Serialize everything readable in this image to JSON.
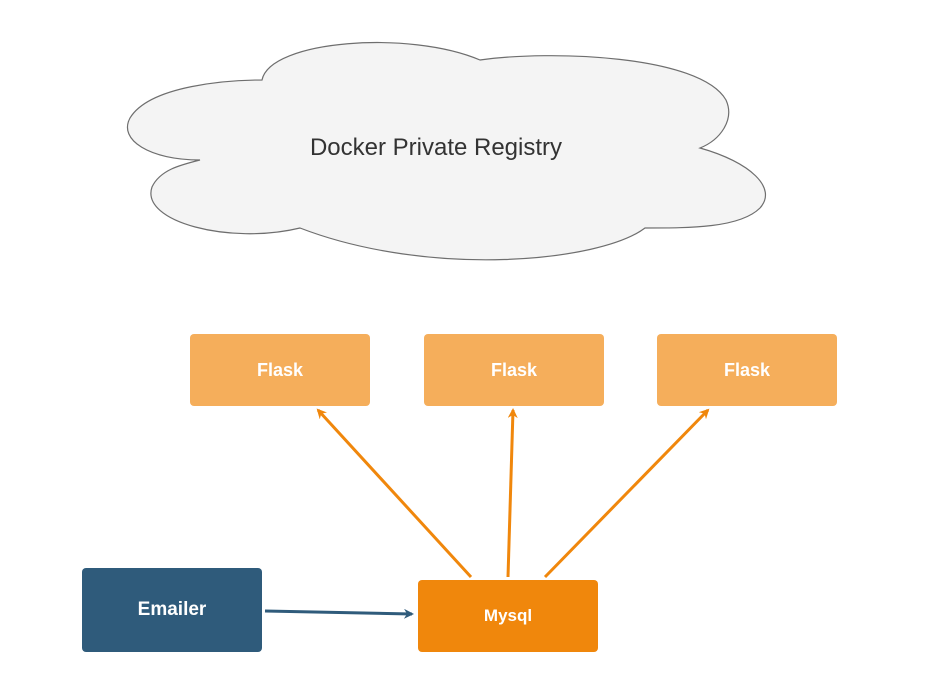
{
  "cloud": {
    "label": "Docker Private Registry",
    "fill": "#f4f4f4",
    "stroke": "#6e6e6e"
  },
  "nodes": {
    "flask_1": {
      "label": "Flask"
    },
    "flask_2": {
      "label": "Flask"
    },
    "flask_3": {
      "label": "Flask"
    },
    "emailer": {
      "label": "Emailer"
    },
    "mysql": {
      "label": "Mysql"
    }
  },
  "colors": {
    "flask": "#f5ae5b",
    "mysql": "#f0870c",
    "emailer": "#2f5b7b",
    "arrow_orange": "#f0870c",
    "arrow_blue": "#2f5b7b",
    "text_on_node": "#ffffff"
  },
  "edges": [
    {
      "from": "mysql",
      "to": "flask_1"
    },
    {
      "from": "mysql",
      "to": "flask_2"
    },
    {
      "from": "mysql",
      "to": "flask_3"
    },
    {
      "from": "emailer",
      "to": "mysql"
    }
  ]
}
